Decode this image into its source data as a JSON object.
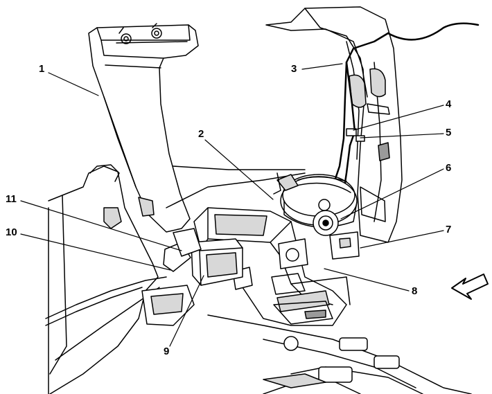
{
  "diagram": {
    "callouts": [
      {
        "id": "c1",
        "label": "1"
      },
      {
        "id": "c2",
        "label": "2"
      },
      {
        "id": "c3",
        "label": "3"
      },
      {
        "id": "c4",
        "label": "4"
      },
      {
        "id": "c5",
        "label": "5"
      },
      {
        "id": "c6",
        "label": "6"
      },
      {
        "id": "c7",
        "label": "7"
      },
      {
        "id": "c8",
        "label": "8"
      },
      {
        "id": "c9",
        "label": "9"
      },
      {
        "id": "c10",
        "label": "10"
      },
      {
        "id": "c11",
        "label": "11"
      }
    ],
    "colors": {
      "line": "#000000",
      "background": "#ffffff",
      "shade": "#d8d8d8",
      "dark": "#9a9a9a"
    },
    "icons": [
      "front-direction-arrow-icon"
    ]
  }
}
